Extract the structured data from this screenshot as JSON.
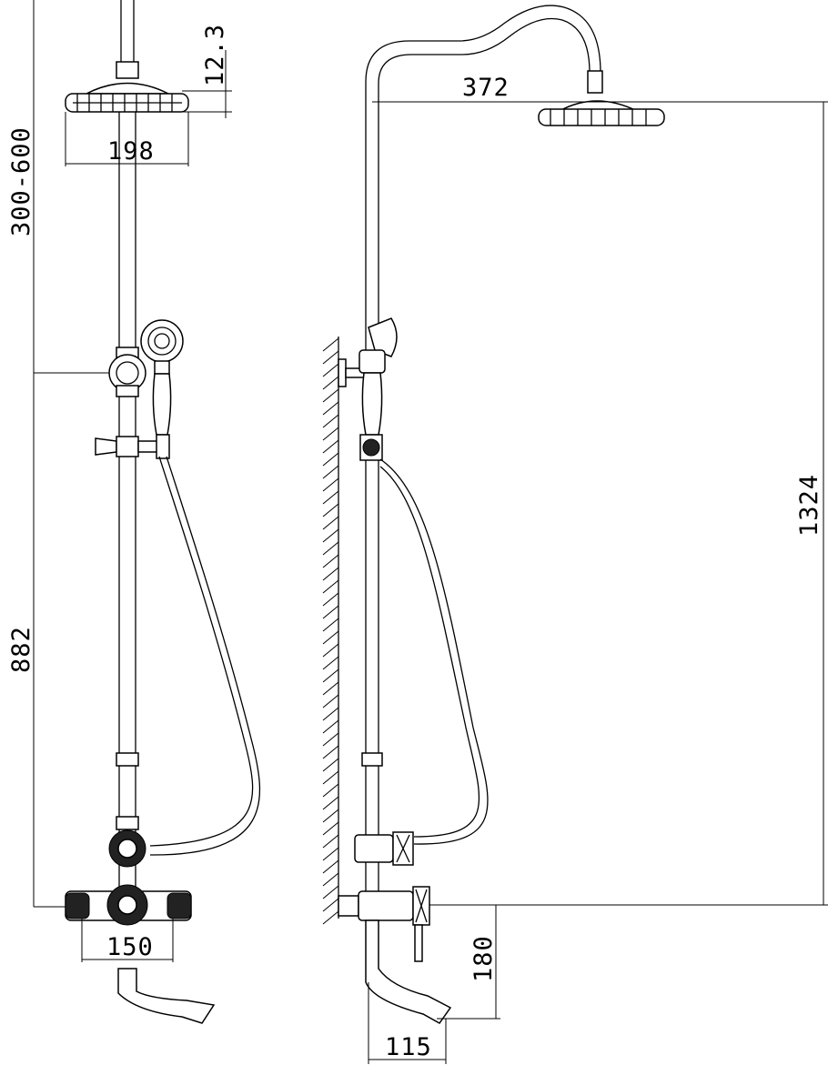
{
  "drawing": {
    "front_view": {
      "dim_head_height": "12.3",
      "dim_head_diameter": "198",
      "dim_adjustable_height": "300-600",
      "dim_holder_height": "882",
      "dim_mixer_spacing": "150"
    },
    "side_view": {
      "dim_arm_reach": "372",
      "dim_total_height": "1324",
      "dim_spout_height": "180",
      "dim_spout_projection": "115"
    }
  }
}
